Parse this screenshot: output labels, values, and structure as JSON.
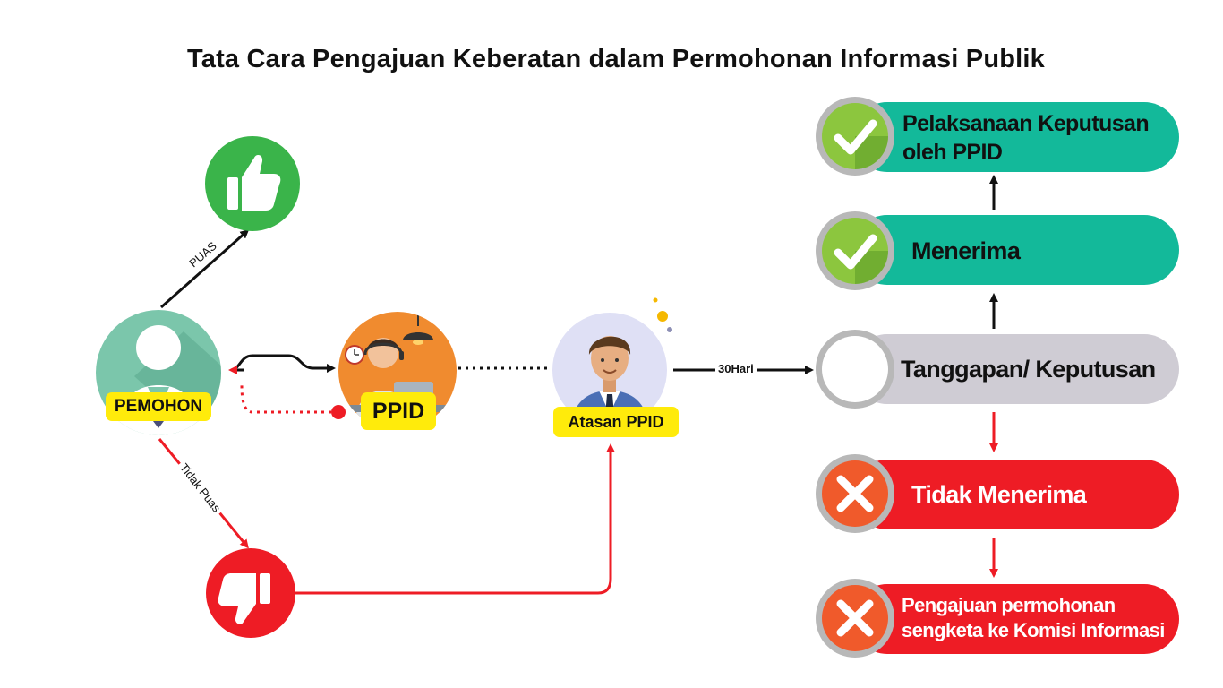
{
  "title": "Tata Cara Pengajuan Keberatan dalam Permohonan Informasi Publik",
  "actors": {
    "pemohon": "PEMOHON",
    "ppid": "PPID",
    "atasan": "Atasan PPID"
  },
  "edges": {
    "puas": "PUAS",
    "tidak_puas": "Tidak Puas",
    "hari": "30Hari"
  },
  "outcomes": {
    "pelaksanaan_line1": "Pelaksanaan Keputusan",
    "pelaksanaan_line2": "oleh PPID",
    "menerima": "Menerima",
    "tanggapan": "Tanggapan/ Keputusan",
    "tidak_menerima": "Tidak Menerima",
    "sengketa_line1": "Pengajuan permohonan",
    "sengketa_line2": "sengketa ke Komisi Informasi"
  },
  "colors": {
    "green": "#3ab44a",
    "teal": "#13b99a",
    "gray": "#cfccd4",
    "red": "#ee1c25",
    "orange": "#f08b2f",
    "badge": "#ffeb0b"
  }
}
